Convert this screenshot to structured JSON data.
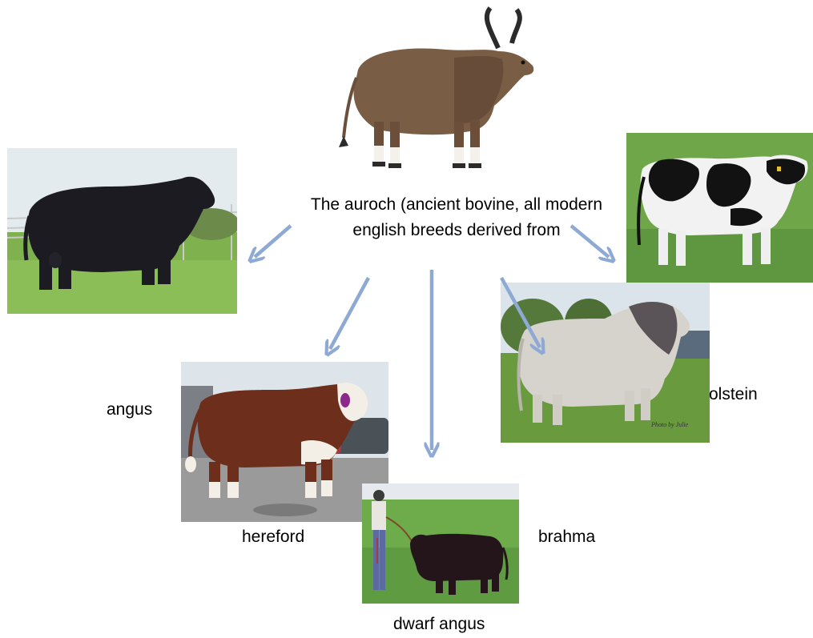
{
  "center": {
    "line1": "The auroch (ancient bovine, all modern",
    "line2": "english breeds derived from"
  },
  "labels": {
    "angus": "angus",
    "hereford": "hereford",
    "dwarf_angus": "dwarf angus",
    "brahma": "brahma",
    "holstein": "olstein"
  },
  "colors": {
    "arrow": "#8eaad4",
    "grass": "#6fa64a",
    "sky": "#dfe8f0",
    "black_coat": "#1c1b22",
    "brown_coat": "#6e2e1c",
    "auroch_coat": "#7a5d45",
    "grey_coat": "#d6d3cc"
  },
  "photo_caption": "Photo by Julie"
}
